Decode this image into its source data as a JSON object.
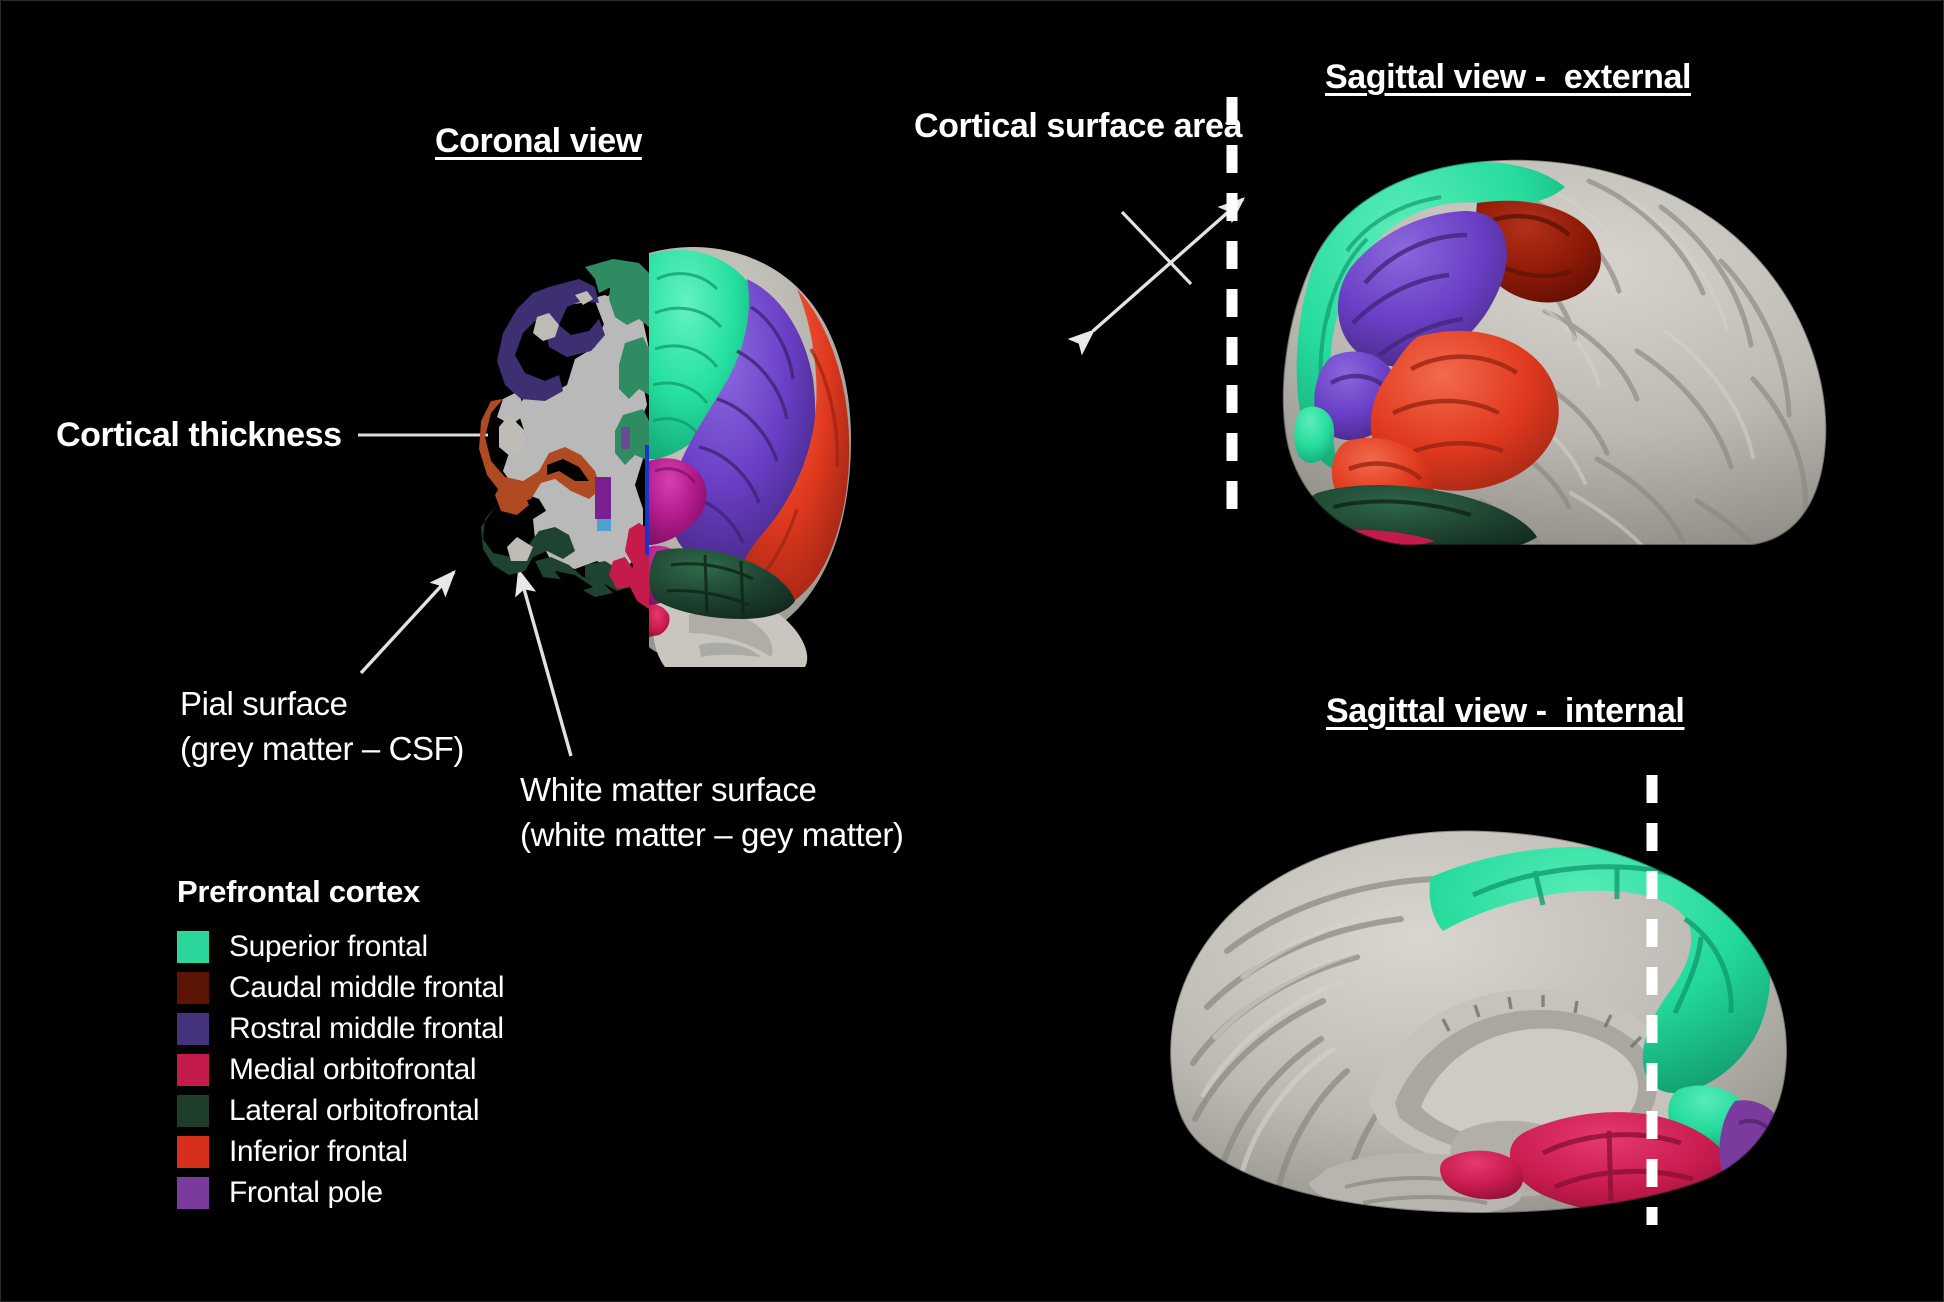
{
  "figure": {
    "background_color": "#000000",
    "text_color": "#ffffff"
  },
  "titles": {
    "coronal": "Coronal view",
    "sagittal_external": "Sagittal view -  external",
    "sagittal_internal": "Sagittal view -  internal"
  },
  "annotations": {
    "cortical_surface_area": "Cortical surface area",
    "cortical_thickness": "Cortical thickness",
    "pial_surface_line1": "Pial surface",
    "pial_surface_line2": "(grey matter – CSF)",
    "white_matter_line1": "White matter surface",
    "white_matter_line2": "(white matter – gey matter)"
  },
  "legend": {
    "title": "Prefrontal cortex",
    "items": [
      {
        "label": "Superior frontal",
        "color": "#2BD69A"
      },
      {
        "label": "Caudal middle frontal",
        "color": "#5C1405"
      },
      {
        "label": "Rostral middle frontal",
        "color": "#45327C"
      },
      {
        "label": "Medial orbitofrontal",
        "color": "#C41B4B"
      },
      {
        "label": "Lateral orbitofrontal",
        "color": "#1E3D2B"
      },
      {
        "label": "Inferior frontal",
        "color": "#D6301C"
      },
      {
        "label": "Frontal pole",
        "color": "#7B3A9E"
      }
    ]
  },
  "brain_colors": {
    "grey_surface": "#BFBCB6",
    "grey_surface_dark": "#8F8C86",
    "white_matter": "#B9B9B9",
    "superior_frontal_3d": "#25E0A0",
    "superior_frontal_seg": "#2E8B62",
    "caudal_middle_frontal": "#8F1A08",
    "rostral_middle_frontal_3d": "#6A3FC6",
    "rostral_middle_frontal_seg": "#3D2F72",
    "medial_orbitofrontal": "#C81B4E",
    "lateral_orbitofrontal": "#1E4330",
    "inferior_frontal": "#E0391E",
    "frontal_pole": "#7B3A9E",
    "pars_magenta": "#B0198A",
    "ribbon_orange": "#B04A23",
    "subcortical_purple": "#7A2090",
    "ventricle_blue": "#4FA2D0",
    "midline_blue": "#1C35C8"
  },
  "guides": {
    "dashed_line_color": "#FFFFFF",
    "arrow_color": "#E8E8E8",
    "leader_color": "#DCDCDC"
  }
}
